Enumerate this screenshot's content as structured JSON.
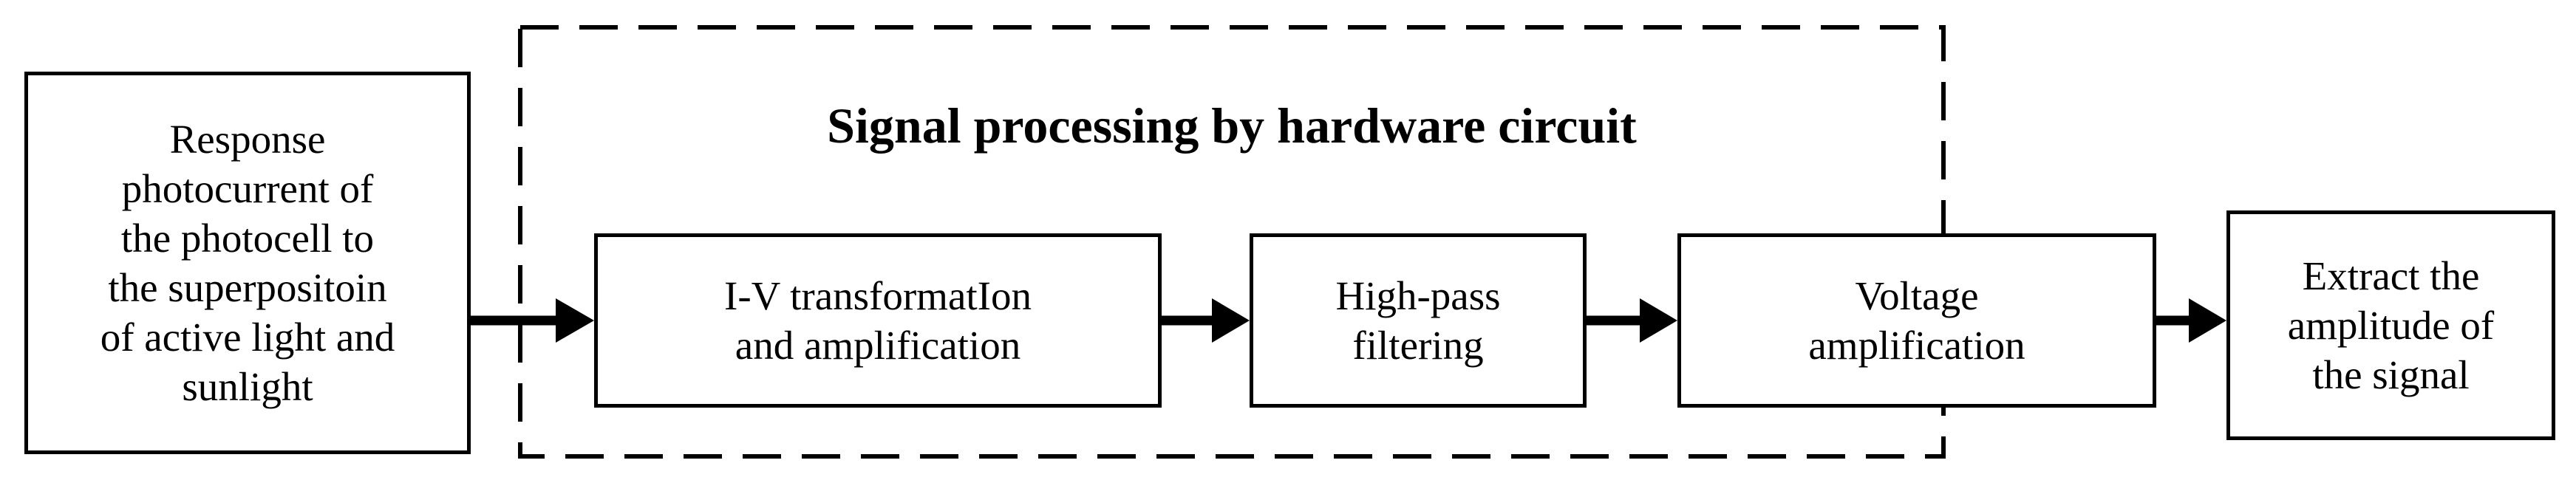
{
  "group": {
    "title": "Signal processing by hardware circuit"
  },
  "blocks": {
    "input": {
      "lines": [
        "Response",
        "photocurrent of",
        "the photocell to",
        "the superpositoin",
        "of active light and",
        "sunlight"
      ]
    },
    "iv": {
      "lines": [
        "I-V transformatIon",
        "and amplification"
      ]
    },
    "highpass": {
      "lines": [
        "High-pass",
        "filtering"
      ]
    },
    "voltage": {
      "lines": [
        "Voltage",
        "amplification"
      ]
    },
    "output": {
      "lines": [
        "Extract the",
        "amplitude of",
        "the signal"
      ]
    }
  },
  "colors": {
    "stroke": "#000000",
    "background": "#ffffff"
  }
}
